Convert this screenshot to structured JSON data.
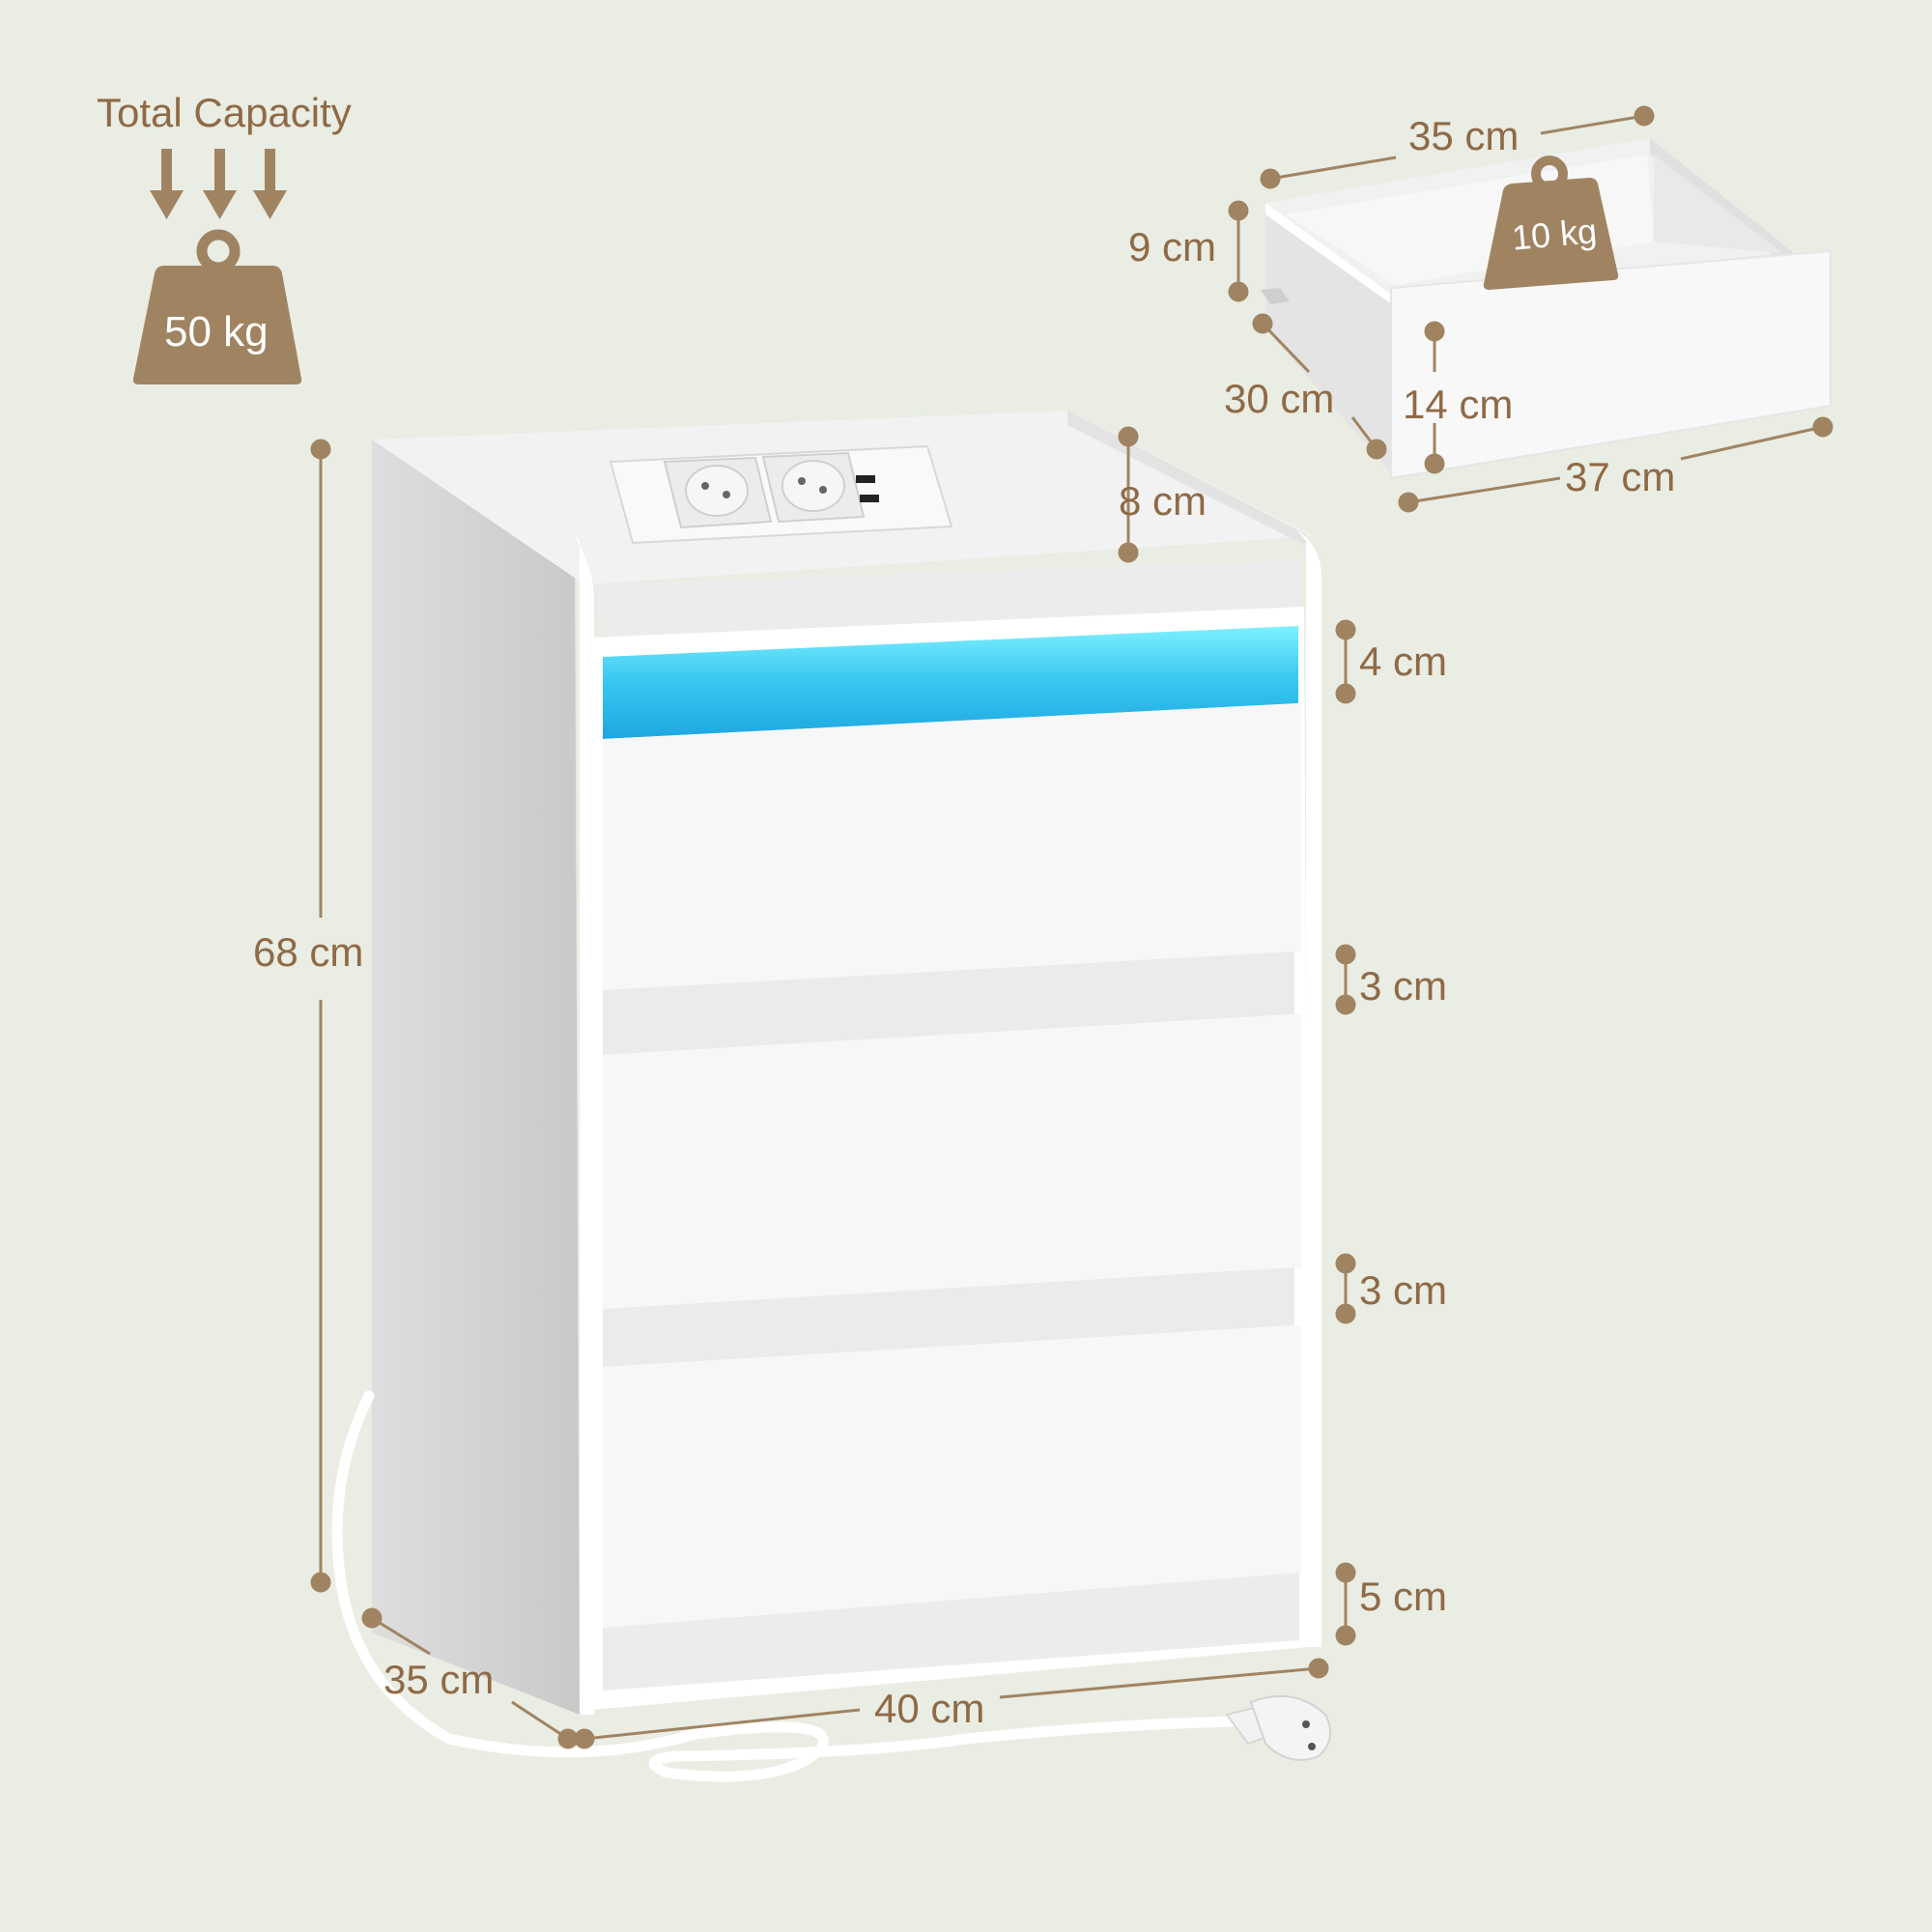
{
  "total_capacity": {
    "title": "Total Capacity",
    "weight": "50 kg"
  },
  "drawer_capacity": {
    "weight": "10 kg"
  },
  "cabinet_dimensions": {
    "height": "68 cm",
    "depth": "35 cm",
    "width": "40 cm",
    "top_rail": "8 cm",
    "led_gap": "4 cm",
    "gap_1": "3 cm",
    "gap_2": "3 cm",
    "bottom_gap": "5 cm"
  },
  "drawer_dimensions": {
    "inner_width": "35 cm",
    "inner_height": "9 cm",
    "depth": "30 cm",
    "front_height": "14 cm",
    "front_width": "37 cm"
  },
  "colors": {
    "background": "#e9ede3",
    "accent": "#a08462",
    "label": "#8f6a47",
    "led": "#3fc9f2",
    "cabinet": "#ffffff"
  }
}
